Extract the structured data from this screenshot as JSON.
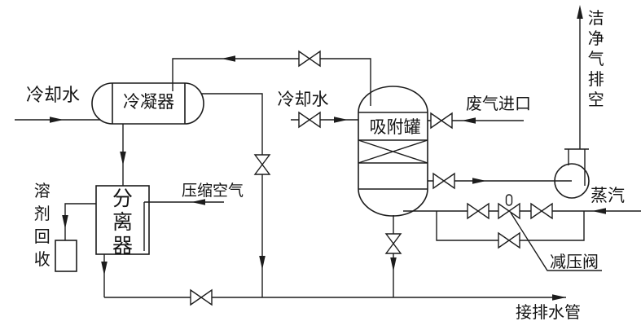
{
  "diagram": {
    "colors": {
      "line": "#1c1c1c",
      "background": "#ffffff",
      "text": "#141414"
    },
    "labels": {
      "cooling_water_left": "冷却水",
      "condenser": "冷凝器",
      "solvent_recovery": "溶剂回收",
      "separator": "分离器",
      "compressed_air": "压缩空气",
      "cooling_water_middle": "冷却水",
      "adsorption_tank": "吸附罐",
      "waste_gas_inlet": "废气进口",
      "clean_gas_vent": "洁净气排空",
      "steam": "蒸汽",
      "pressure_reducing_valve": "减压阀",
      "drain_pipe": "接排水管"
    }
  }
}
